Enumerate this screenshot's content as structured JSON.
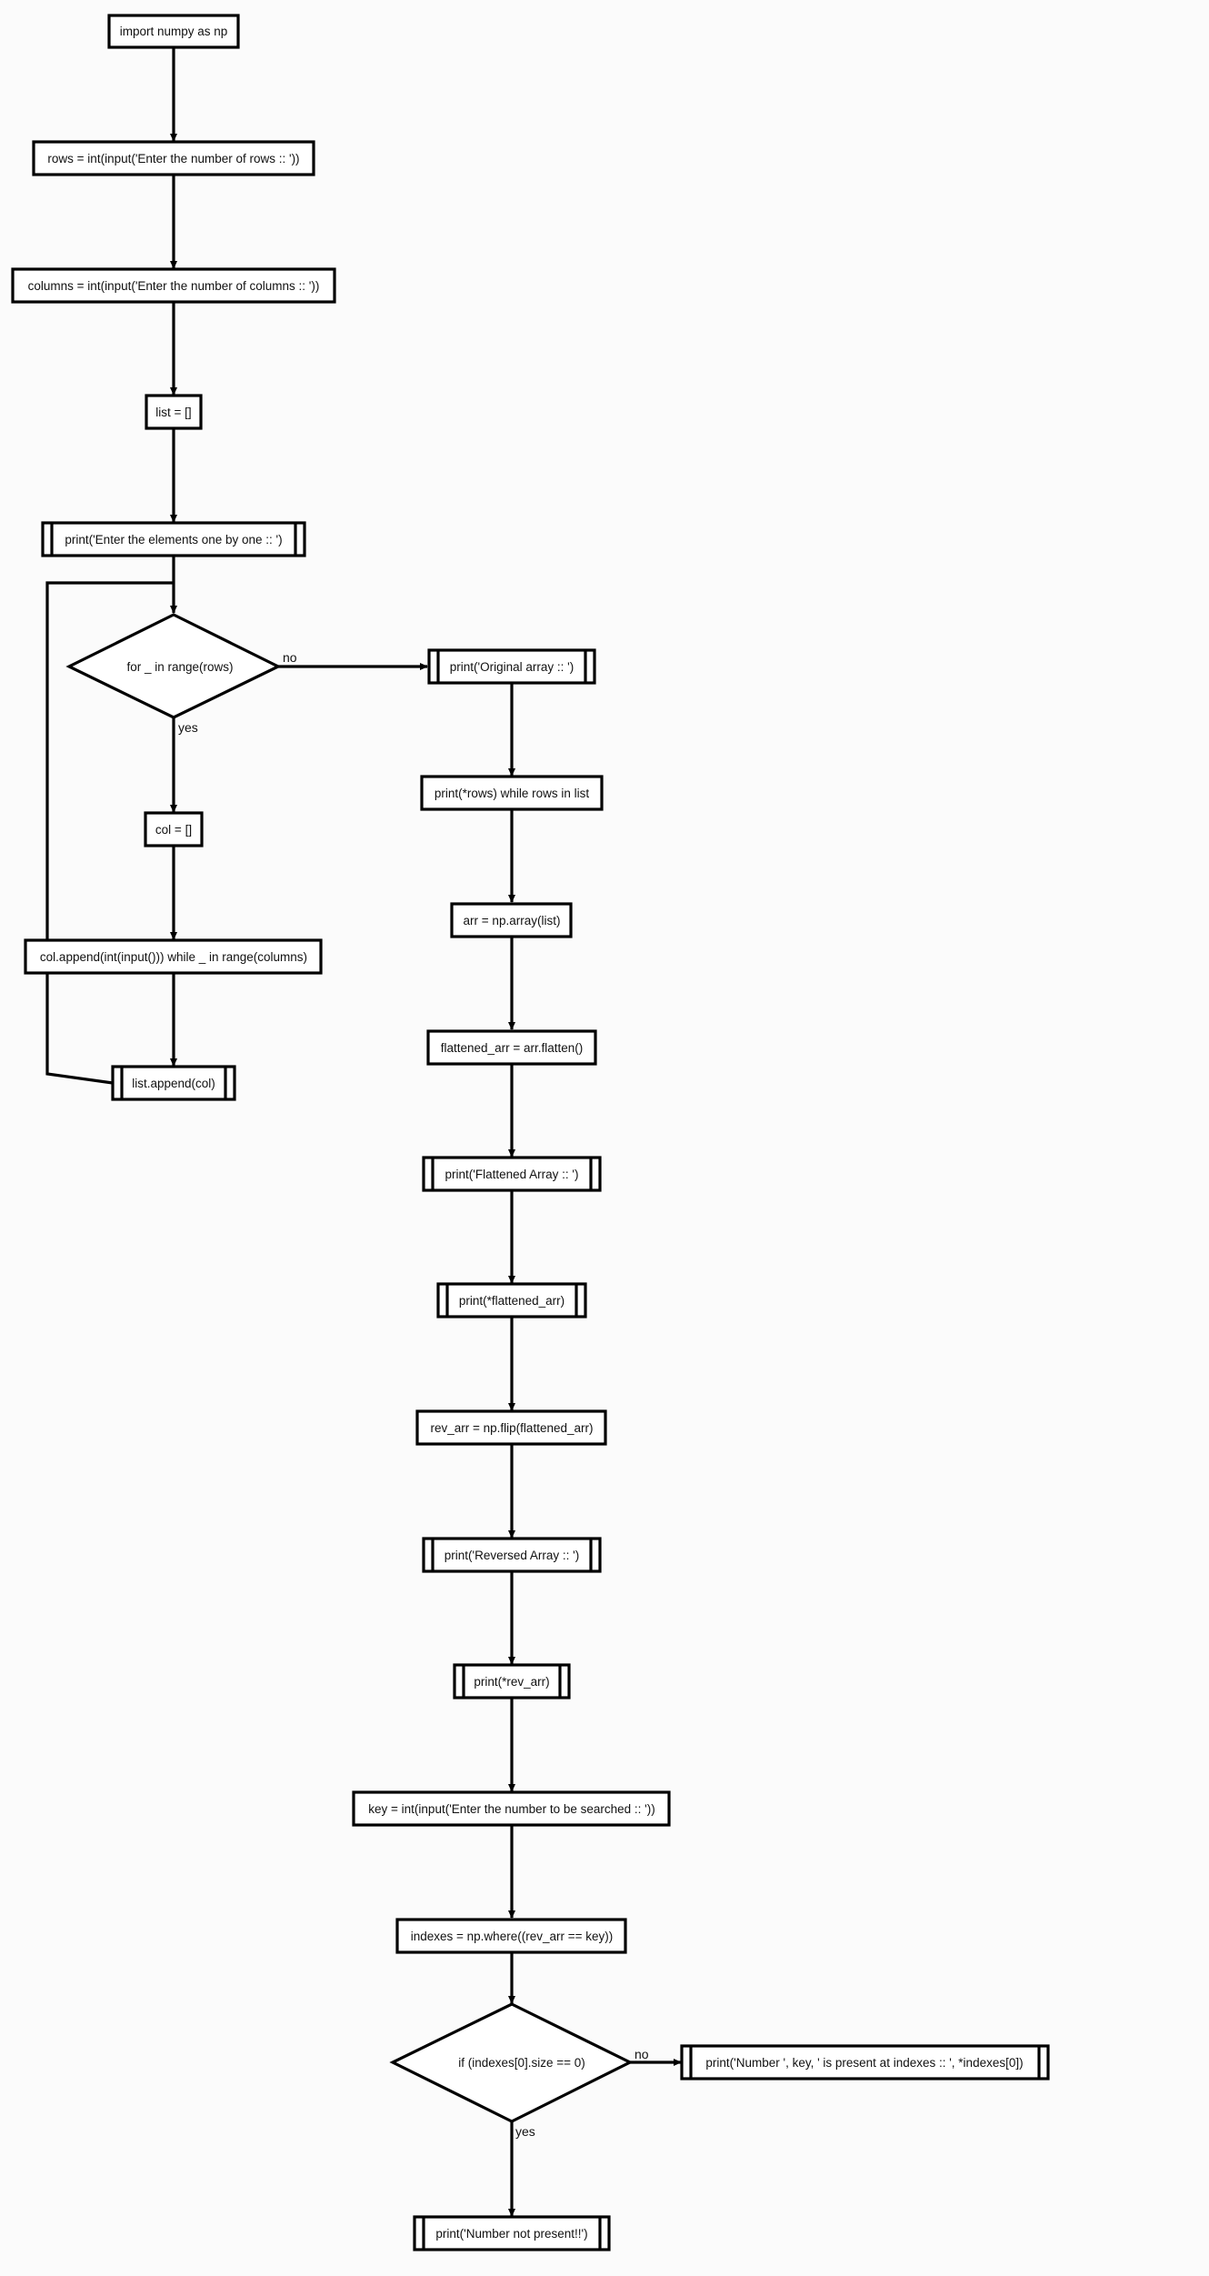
{
  "nodes": {
    "import_numpy": "import numpy as np",
    "rows_input": "rows = int(input('Enter the number of rows :: '))",
    "columns_input": "columns = int(input('Enter the number of columns :: '))",
    "list_init": "list = []",
    "print_enter_elements": "print('Enter the elements one by one :: ')",
    "for_loop": "for _ in range(rows)",
    "col_init": "col = []",
    "col_append": "col.append(int(input())) while _ in range(columns)",
    "list_append": "list.append(col)",
    "print_original": "print('Original array :: ')",
    "print_rows": "print(*rows) while rows in list",
    "arr_assign": "arr = np.array(list)",
    "flatten": "flattened_arr = arr.flatten()",
    "print_flattened_label": "print('Flattened Array :: ')",
    "print_flattened": "print(*flattened_arr)",
    "rev_assign": "rev_arr = np.flip(flattened_arr)",
    "print_reversed_label": "print('Reversed Array :: ')",
    "print_rev": "print(*rev_arr)",
    "key_input": "key = int(input('Enter the number to be searched :: '))",
    "indexes_assign": "indexes = np.where((rev_arr == key))",
    "if_check": "if (indexes[0].size == 0)",
    "print_present": "print('Number ', key, ' is present at indexes :: ', *indexes[0])",
    "print_not_present": "print('Number not present!!')"
  },
  "edge_labels": {
    "for_no": "no",
    "for_yes": "yes",
    "if_no": "no",
    "if_yes": "yes"
  }
}
